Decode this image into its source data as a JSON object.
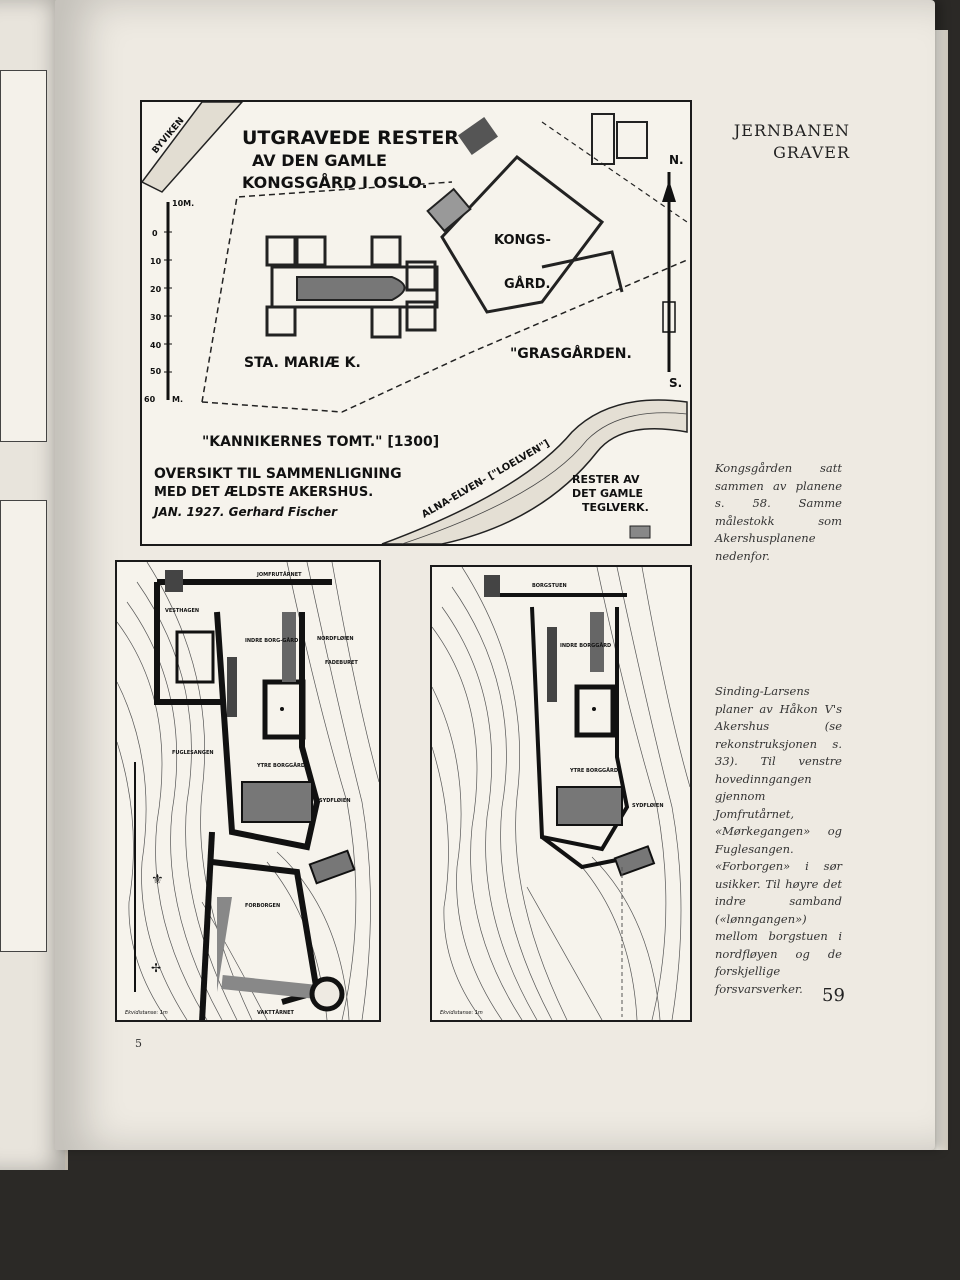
{
  "running_head": {
    "line1": "JERNBANEN",
    "line2": "GRAVER"
  },
  "top_map": {
    "title": [
      "UTGRAVEDE RESTER",
      "AV DEN GAMLE",
      "KONGSGÅRD I OSLO."
    ],
    "labels": {
      "byviken": "BYVIKEN",
      "kongsgard_1": "KONGS-",
      "kongsgard_2": "GÅRD.",
      "grasgarden": "\"GRASGÅRDEN.",
      "sta_mariae": "STA. MARIÆ K.",
      "kannikernes": "\"KANNIKERNES TOMT.\" [1300]",
      "oversikt_1": "OVERSIKT TIL SAMMENLIGNING",
      "oversikt_2": "MED DET ÆLDSTE AKERSHUS.",
      "signature": "JAN. 1927. Gerhard Fischer",
      "alna": "ALNA-ELVEN- [\"LOELVEN\"]",
      "rester_1": "RESTER AV",
      "rester_2": "DET GAMLE",
      "rester_3": "TEGLVERK.",
      "north": "N.",
      "south": "S."
    },
    "scale": [
      "10M.",
      "0",
      "10",
      "20",
      "30",
      "40",
      "50",
      "60",
      "M."
    ]
  },
  "plan_left": {
    "labels": {
      "jomfrutarnet": "JOMFRUTÅRNET",
      "vesthagen": "VESTHAGEN",
      "indre_borggard": "INDRE BORG-GÅRD",
      "nordfloien": "NORDFLØIEN",
      "fadeburet": "FADEBURET",
      "fuglesangen": "FUGLESANGEN",
      "ytre_borggard": "YTRE BORGGÅRD",
      "sydfloien": "SYDFLØIEN",
      "forborgen": "FORBORGEN",
      "vakttarnet": "VAKTTÅRNET",
      "equidistance": "Ekvidistanse: 1m"
    }
  },
  "plan_right": {
    "labels": {
      "borgstuen": "BORGSTUEN",
      "indre_borggard": "INDRE BORGGÅRD",
      "ytre_borggard": "YTRE BORGGÅRD",
      "sydfloien": "SYDFLØIEN",
      "equidistance": "Ekvidistanse: 1m"
    }
  },
  "captions": {
    "first": "Kongsgården satt sammen av planene s. 58. Samme målestokk som Akershusplanene nedenfor.",
    "second": "Sinding-Larsens planer av Håkon V's Akershus (se rekonstruksjonen s. 33). Til venstre hovedinngangen gjennom Jomfrutårnet, «Mørkegangen» og Fuglesangen. «Forborgen» i sør usikker. Til høyre det indre samband («lønngangen») mellom borgstuen i nordfløyen og de forskjellige forsvarsverker."
  },
  "page_numbers": {
    "right": "59",
    "left": "5"
  }
}
